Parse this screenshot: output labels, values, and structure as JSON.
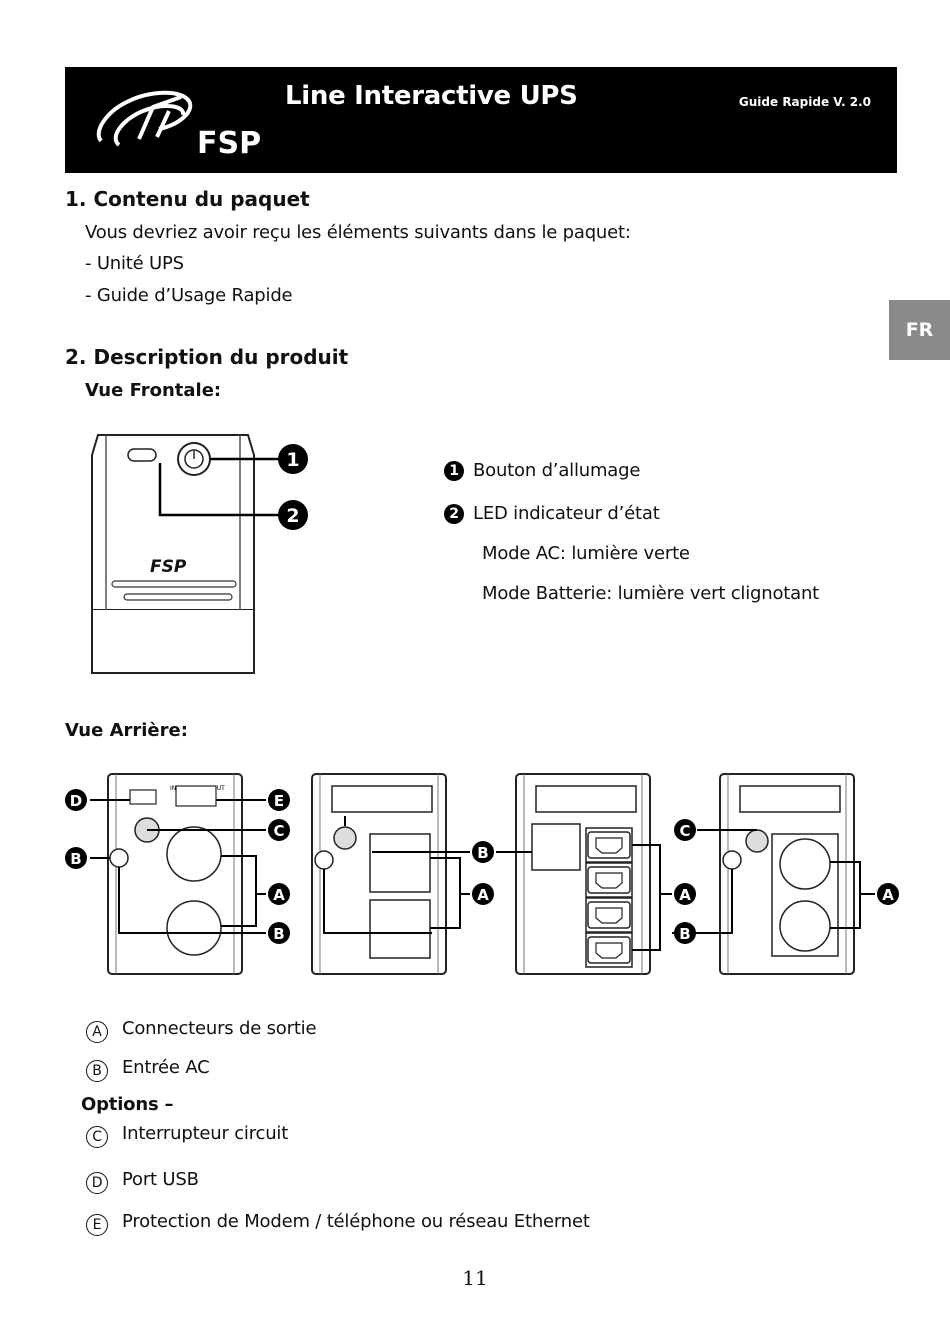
{
  "header": {
    "brand": "FSP",
    "title": "Line Interactive UPS",
    "version": "Guide Rapide V. 2.0"
  },
  "lang_tab": "FR",
  "section1": {
    "heading": "1. Contenu du paquet",
    "intro": "Vous devriez avoir reçu les éléments suivants dans le paquet:",
    "items": [
      "- Unité UPS",
      "- Guide d’Usage Rapide"
    ]
  },
  "section2": {
    "heading": "2. Description du produit",
    "front_heading": "Vue Frontale:",
    "front_items": [
      {
        "num": "1",
        "label": "Bouton d’allumage"
      },
      {
        "num": "2",
        "label": "LED indicateur d’état"
      }
    ],
    "modes": [
      "Mode AC: lumière verte",
      "Mode Batterie: lumière vert clignotant"
    ],
    "front_device_logo": "FSP",
    "rear_heading": "Vue Arrière:",
    "rear_port_labels": {
      "in": "IN",
      "out": "OUT"
    }
  },
  "legend": {
    "items": [
      {
        "letter": "A",
        "label": "Connecteurs de sortie"
      },
      {
        "letter": "B",
        "label": "Entrée AC"
      }
    ],
    "options_heading": "Options –",
    "options": [
      {
        "letter": "C",
        "label": "Interrupteur circuit"
      },
      {
        "letter": "D",
        "label": "Port USB"
      },
      {
        "letter": "E",
        "label": "Protection de Modem / téléphone ou réseau Ethernet"
      }
    ]
  },
  "page_number": "11"
}
